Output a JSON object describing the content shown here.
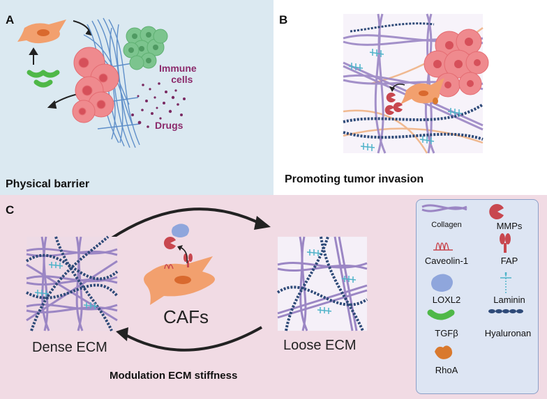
{
  "panel_a": {
    "label": "A",
    "title": "Physical barrier",
    "immune_cells_line1": "Immune",
    "immune_cells_line2": "cells",
    "drugs": "Drugs"
  },
  "panel_b": {
    "label": "B",
    "title": "Promoting tumor invasion"
  },
  "panel_c": {
    "label": "C",
    "title": "Modulation ECM stiffness",
    "dense": "Dense ECM",
    "loose": "Loose ECM",
    "cafs": "CAFs"
  },
  "legend": {
    "collagen": "Collagen",
    "mmps": "MMPs",
    "caveolin": "Caveolin-1",
    "fap": "FAP",
    "loxl2": "LOXL2",
    "laminin": "Laminin",
    "tgfb": "TGFβ",
    "hyaluronan": "Hyaluronan",
    "rhoa": "RhoA"
  },
  "colors": {
    "panel_a_bg": "#dbe9f1",
    "panel_c_bg": "#f1dbe4",
    "collagen": "#9b86c4",
    "tumor": "#ef8a8e",
    "caf": "#f2a06e",
    "immune": "#7cc48e",
    "tgfb": "#4fb848",
    "mmps": "#c8474f",
    "loxl2": "#8fa6dc",
    "hyaluronan": "#2e4a78",
    "laminin": "#4fb3c9",
    "rhoa": "#d9792e",
    "drugs": "#7a2a62"
  }
}
